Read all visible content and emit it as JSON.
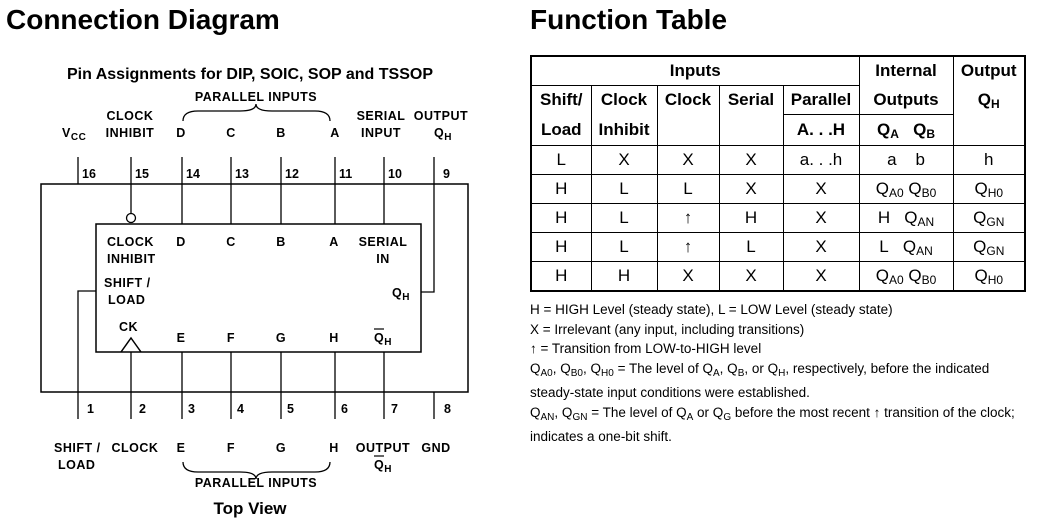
{
  "connection_diagram": {
    "title": "Connection Diagram",
    "subtitle": "Pin Assignments for DIP, SOIC, SOP and TSSOP",
    "top_group_label": "PARALLEL INPUTS",
    "bottom_group_label": "PARALLEL INPUTS",
    "top_view_label": "Top View",
    "top_labels": {
      "vcc": "V",
      "vcc_sub": "CC",
      "clock": "CLOCK",
      "inhibit": "INHIBIT",
      "d": "D",
      "c": "C",
      "b": "B",
      "a": "A",
      "serial": "SERIAL",
      "input": "INPUT",
      "output": "OUTPUT",
      "qh": "Q",
      "qh_sub": "H"
    },
    "top_pins": [
      "16",
      "15",
      "14",
      "13",
      "12",
      "11",
      "10",
      "9"
    ],
    "bottom_pins": [
      "1",
      "2",
      "3",
      "4",
      "5",
      "6",
      "7",
      "8"
    ],
    "bottom_labels": {
      "shift": "SHIFT /",
      "load": "LOAD",
      "clock": "CLOCK",
      "e": "E",
      "f": "F",
      "g": "G",
      "h": "H",
      "output": "OUTPUT",
      "qh": "Q",
      "qh_sub": "H",
      "gnd": "GND"
    },
    "chip_labels": {
      "clock": "CLOCK",
      "inhibit": "INHIBIT",
      "d": "D",
      "c": "C",
      "b": "B",
      "a": "A",
      "serial": "SERIAL",
      "in": "IN",
      "shift": "SHIFT /",
      "load": "LOAD",
      "qh": "Q",
      "qh_sub": "H",
      "ck": "CK",
      "e": "E",
      "f": "F",
      "g": "G",
      "h": "H",
      "qh_bar": "Q",
      "qh_bar_sub": "H"
    }
  },
  "function_table": {
    "title": "Function Table",
    "group_headers": {
      "inputs": "Inputs",
      "internal": "Internal",
      "output": "Output"
    },
    "col_headers": {
      "shift": "Shift/",
      "load": "Load",
      "clock": "Clock",
      "inhibit": "Inhibit",
      "clock2": "Clock",
      "serial": "Serial",
      "parallel": "Parallel",
      "parallel_range": "A. . .H",
      "outputs": "Outputs",
      "qa": "Q",
      "qa_sub": "A",
      "qb": "Q",
      "qb_sub": "B",
      "qh": "Q",
      "qh_sub": "H"
    },
    "rows": [
      {
        "shift": "L",
        "inhibit": "X",
        "clock": "X",
        "serial": "X",
        "parallel": "a. . .h",
        "qa": "a",
        "qa_sub": "",
        "qb": "b",
        "qb_sub": "",
        "qh": "h",
        "qh_sub": ""
      },
      {
        "shift": "H",
        "inhibit": "L",
        "clock": "L",
        "serial": "X",
        "parallel": "X",
        "qa": "Q",
        "qa_sub": "A0",
        "qb": "Q",
        "qb_sub": "B0",
        "qh": "Q",
        "qh_sub": "H0"
      },
      {
        "shift": "H",
        "inhibit": "L",
        "clock": "↑",
        "serial": "H",
        "parallel": "X",
        "qa": "H",
        "qa_sub": "",
        "qb": "Q",
        "qb_sub": "AN",
        "qh": "Q",
        "qh_sub": "GN"
      },
      {
        "shift": "H",
        "inhibit": "L",
        "clock": "↑",
        "serial": "L",
        "parallel": "X",
        "qa": "L",
        "qa_sub": "",
        "qb": "Q",
        "qb_sub": "AN",
        "qh": "Q",
        "qh_sub": "GN"
      },
      {
        "shift": "H",
        "inhibit": "H",
        "clock": "X",
        "serial": "X",
        "parallel": "X",
        "qa": "Q",
        "qa_sub": "A0",
        "qb": "Q",
        "qb_sub": "B0",
        "qh": "Q",
        "qh_sub": "H0"
      }
    ]
  },
  "notes": {
    "n1": "H = HIGH Level (steady state), L = LOW Level (steady state)",
    "n2": "X = Irrelevant (any input, including transitions)",
    "n3_arrow": "↑",
    "n3": " = Transition from LOW-to-HIGH level",
    "n4_q": "Q",
    "n4_a0": "A0",
    "n4_sep1": ", Q",
    "n4_b0": "B0",
    "n4_sep2": ", Q",
    "n4_h0": "H0",
    "n4_mid": " = The level of Q",
    "n4_a": "A",
    "n4_sep3": ", Q",
    "n4_b": "B",
    "n4_sep4": ", or Q",
    "n4_h": "H",
    "n4_end": ", respectively, before the indicated steady-state input conditions were established.",
    "n5_q": "Q",
    "n5_an": "AN",
    "n5_sep1": ", Q",
    "n5_gn": "GN",
    "n5_mid": " = The level of Q",
    "n5_a": "A",
    "n5_or": " or Q",
    "n5_g": "G",
    "n5_before": " before the most recent ",
    "n5_arrow": "↑",
    "n5_end": " transition of the clock; indicates a one-bit shift."
  }
}
